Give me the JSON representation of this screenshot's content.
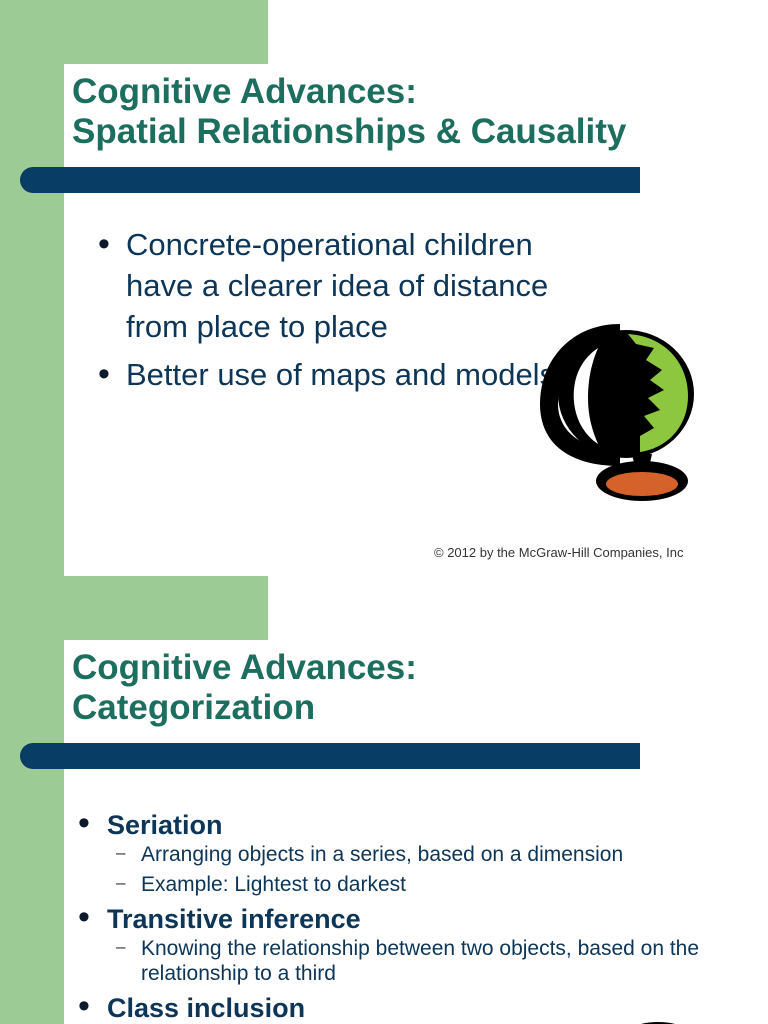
{
  "slides": [
    {
      "title_line1": "Cognitive Advances:",
      "title_line2": "Spatial Relationships & Causality",
      "bullets": [
        "Concrete-operational children have a clearer idea of distance from place to place",
        "Better use of maps and models"
      ],
      "image_icon": "globe-icon",
      "copyright": "© 2012 by the McGraw-Hill Companies, Inc"
    },
    {
      "title_line1": "Cognitive Advances:",
      "title_line2": "Categorization",
      "items": [
        {
          "term": "Seriation",
          "details": [
            "Arranging objects in a series, based on a dimension",
            "Example: Lightest to darkest"
          ]
        },
        {
          "term": "Transitive inference",
          "details": [
            "Knowing the relationship between two objects, based on the relationship to a third"
          ]
        },
        {
          "term": "Class inclusion",
          "details": []
        }
      ]
    }
  ],
  "colors": {
    "accent_green": "#9ccb96",
    "title_teal": "#1c6e5f",
    "bar_navy": "#083d66",
    "text_navy": "#0c3558",
    "globe_green": "#8dc63f",
    "globe_base_orange": "#d4622a"
  }
}
